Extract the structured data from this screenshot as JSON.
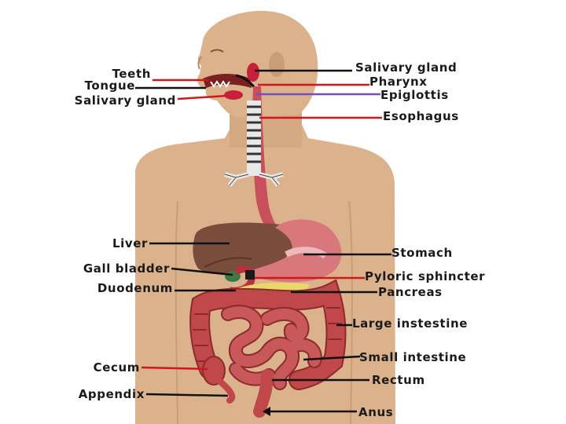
{
  "labels": {
    "teeth": "Teeth",
    "tongue": "Tongue",
    "salivary_gland_left": "Salivary gland",
    "salivary_gland_right": "Salivary gland",
    "pharynx": "Pharynx",
    "epiglottis": "Epiglottis",
    "esophagus": "Esophagus",
    "liver": "Liver",
    "gall_bladder": "Gall bladder",
    "duodenum": "Duodenum",
    "stomach": "Stomach",
    "pyloric_sphincter": "Pyloric sphincter",
    "pancreas": "Pancreas",
    "large_intestine": "Large instestine",
    "small_intestine": "Small intestine",
    "cecum": "Cecum",
    "rectum": "Rectum",
    "appendix": "Appendix",
    "anus": "Anus"
  },
  "colors": {
    "skin": "#dcb28c",
    "skin_shadow": "#c99d77",
    "liver": "#7a4c3c",
    "stomach": "#d9787c",
    "intestine": "#c0474a",
    "intestine_dark": "#8c2a2c",
    "pancreas": "#e8d86a",
    "esophagus": "#c8505a",
    "trachea": "#e8e8e8",
    "pointer_red": "#d01818",
    "pointer_black": "#111111",
    "pointer_purple": "#7050c0"
  }
}
